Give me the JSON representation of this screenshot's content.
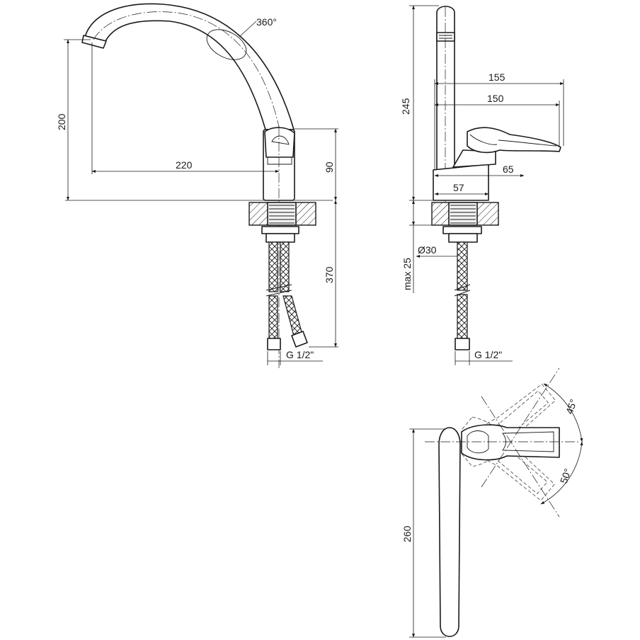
{
  "dimensions": {
    "rotation": "360°",
    "spout_height": "200",
    "spout_reach": "220",
    "body_height": "90",
    "hose_length": "370",
    "connection_front": "G 1/2\"",
    "total_height": "245",
    "handle_reach": "155",
    "handle_length": "150",
    "lever_offset": "65",
    "base_width": "57",
    "base_diameter": "Ø30",
    "max_thickness": "max 25",
    "connection_side": "G 1/2\"",
    "angle_upper": "45°",
    "angle_lower": "50°",
    "top_length": "260"
  },
  "colors": {
    "line": "#1a1a1a",
    "background": "#ffffff"
  }
}
